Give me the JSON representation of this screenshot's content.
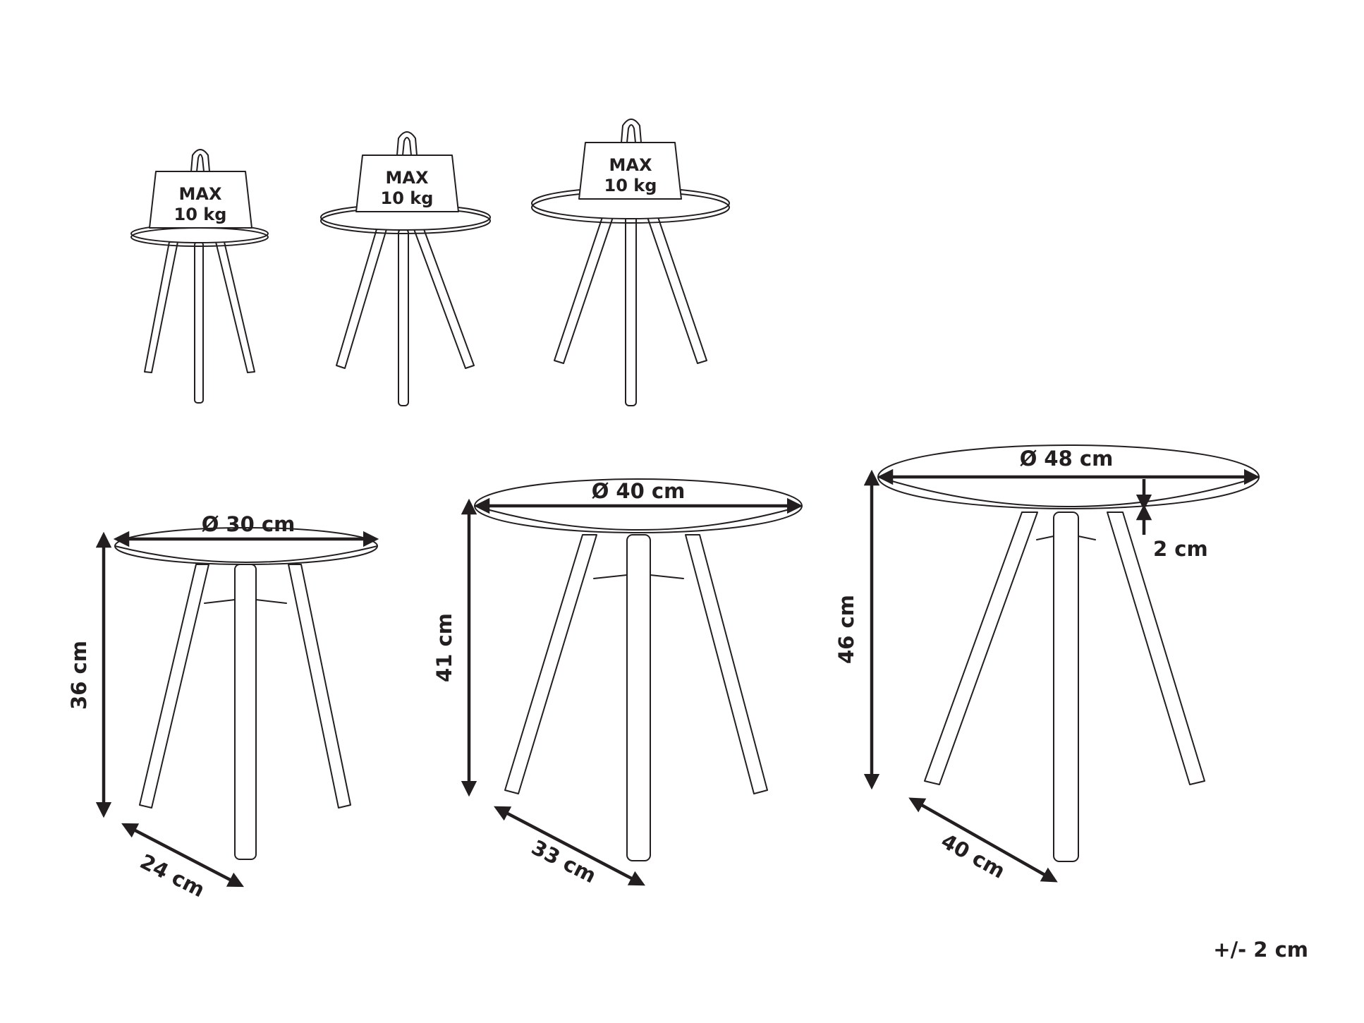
{
  "weights": [
    {
      "line1": "MAX",
      "line2": "10 kg"
    },
    {
      "line1": "MAX",
      "line2": "10 kg"
    },
    {
      "line1": "MAX",
      "line2": "10 kg"
    }
  ],
  "dimensions": {
    "small": {
      "diameter": "Ø 30 cm",
      "height": "36 cm",
      "base": "24 cm"
    },
    "medium": {
      "diameter": "Ø 40 cm",
      "height": "41 cm",
      "base": "33 cm"
    },
    "large": {
      "diameter": "Ø 48 cm",
      "height": "46 cm",
      "base": "40 cm",
      "thickness": "2 cm"
    }
  },
  "tolerance": "+/- 2 cm",
  "colors": {
    "line": "#231f20",
    "background": "#ffffff"
  }
}
